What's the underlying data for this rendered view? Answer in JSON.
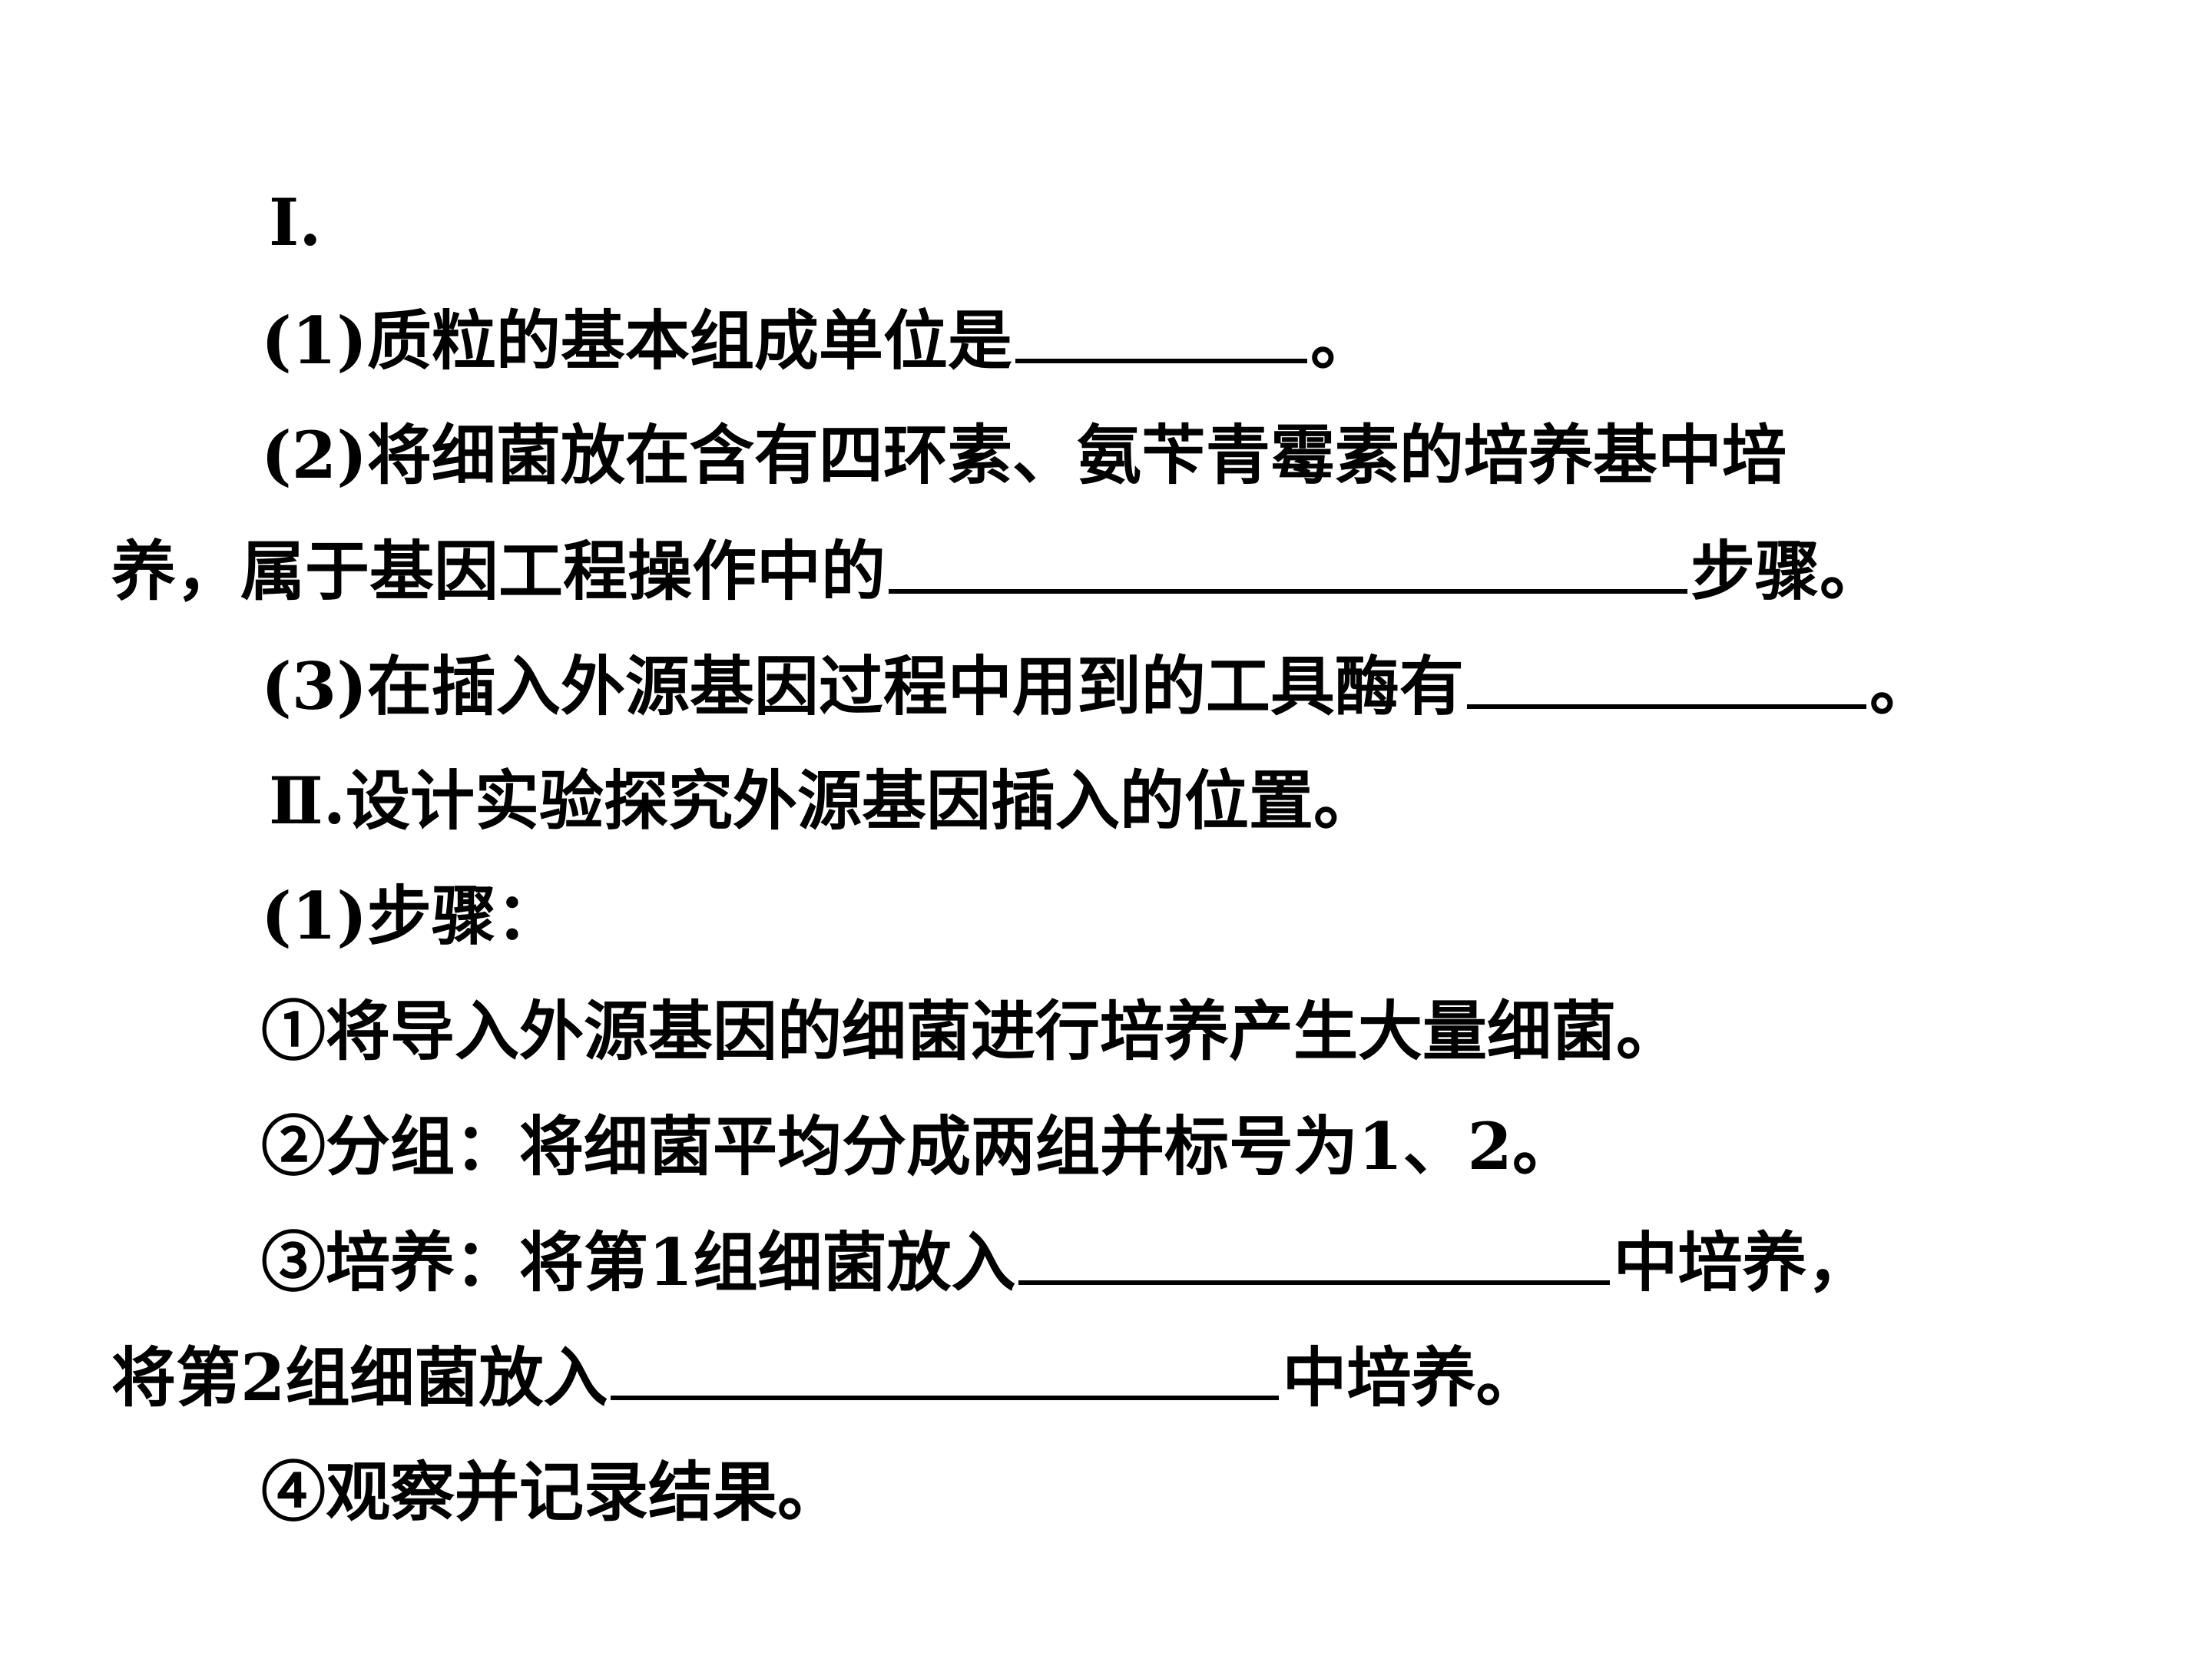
{
  "part1": {
    "heading": "Ⅰ.",
    "q1": {
      "before": "(1)质粒的基本组成单位是",
      "after": "。"
    },
    "q2": {
      "line1": "(2)将细菌放在含有四环素、氨苄青霉素的培养基中培",
      "before": "养，属于基因工程操作中的",
      "after": "步骤。"
    },
    "q3": {
      "before": "(3)在插入外源基因过程中用到的工具酶有",
      "after": "。"
    }
  },
  "part2": {
    "heading": "Ⅱ.设计实验探究外源基因插入的位置。",
    "steps_title": "(1)步骤：",
    "step1": "①将导入外源基因的细菌进行培养产生大量细菌。",
    "step2": "②分组：将细菌平均分成两组并标号为1、2。",
    "step3": {
      "before": "③培养：将第1组细菌放入",
      "after": "中培养，",
      "line2_before": "将第2组细菌放入",
      "line2_after": "中培养。"
    },
    "step4": "④观察并记录结果。"
  }
}
